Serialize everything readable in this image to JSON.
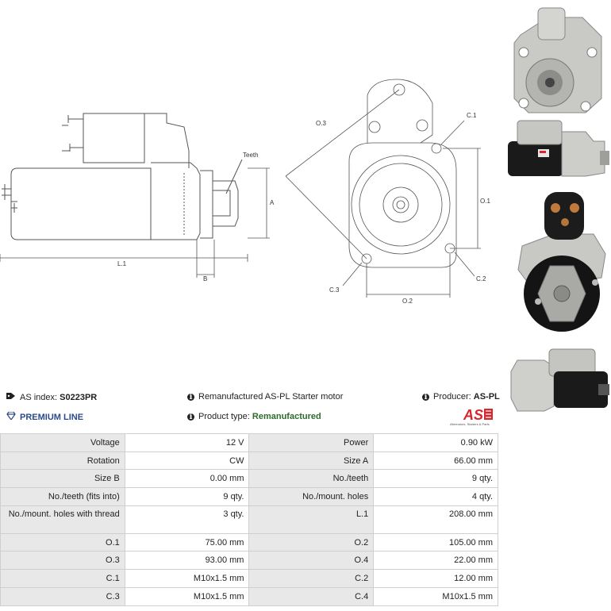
{
  "drawing": {
    "labels": {
      "teeth": "Teeth",
      "a": "A",
      "b": "B",
      "l1": "L.1",
      "o3": "O.3",
      "c1": "C.1",
      "o1": "O.1",
      "c2": "C.2",
      "c3": "C.3",
      "o2": "O.2"
    }
  },
  "photos": [
    {
      "icon": "starter-front-view-photo"
    },
    {
      "icon": "starter-side-view-photo"
    },
    {
      "icon": "starter-back-view-photo"
    },
    {
      "icon": "starter-angle-view-photo"
    }
  ],
  "info": {
    "as_index_label": "AS index:",
    "as_index_value": "S0223PR",
    "description": "Remanufactured AS-PL Starter motor",
    "producer_label": "Producer:",
    "producer_value": "AS-PL",
    "premium_line": "PREMIUM LINE",
    "product_type_label": "Product type:",
    "product_type_value": "Remanufactured",
    "logo_text": "AS",
    "logo_tagline": "Alternators, Starters & Parts"
  },
  "colors": {
    "logo_red": "#d7262e",
    "premium_blue": "#2b4a8b",
    "product_type_green": "#2c6b2c",
    "key_cell_bg": "#e8e8e8"
  },
  "specs": [
    {
      "k1": "Voltage",
      "v1": "12 V",
      "k2": "Power",
      "v2": "0.90 kW"
    },
    {
      "k1": "Rotation",
      "v1": "CW",
      "k2": "Size A",
      "v2": "66.00 mm"
    },
    {
      "k1": "Size B",
      "v1": "0.00 mm",
      "k2": "No./teeth",
      "v2": "9 qty."
    },
    {
      "k1": "No./teeth (fits into)",
      "v1": "9 qty.",
      "k2": "No./mount. holes",
      "v2": "4 qty."
    },
    {
      "k1": "No./mount. holes with thread",
      "v1": "3 qty.",
      "k2": "L.1",
      "v2": "208.00 mm"
    },
    {
      "k1": "O.1",
      "v1": "75.00 mm",
      "k2": "O.2",
      "v2": "105.00 mm"
    },
    {
      "k1": "O.3",
      "v1": "93.00 mm",
      "k2": "O.4",
      "v2": "22.00 mm"
    },
    {
      "k1": "C.1",
      "v1": "M10x1.5 mm",
      "k2": "C.2",
      "v2": "12.00 mm"
    },
    {
      "k1": "C.3",
      "v1": "M10x1.5 mm",
      "k2": "C.4",
      "v2": "M10x1.5 mm"
    }
  ]
}
